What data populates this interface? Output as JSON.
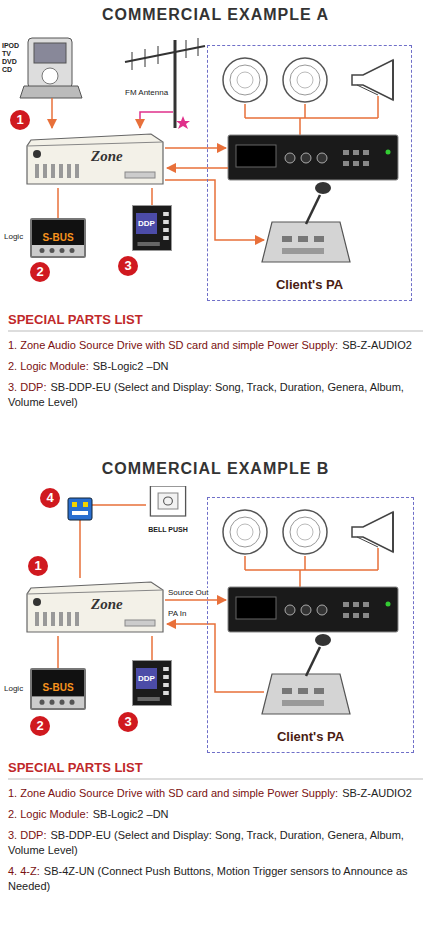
{
  "diagram": {
    "title": "COMMERCIAL EXAMPLE A",
    "nodes": [
      {
        "text": [
          "Zone"
        ]
      },
      {
        "text": [
          "Client's PA"
        ]
      },
      {
        "text": [
          "S-BUS"
        ]
      },
      {
        "text": [
          "DDP"
        ]
      },
      {
        "text": [
          "BELL PUSH"
        ]
      },
      {
        "text": [
          "Zone"
        ]
      },
      {
        "text": [
          "Client's PA"
        ]
      },
      {
        "text": [
          "S-BUS"
        ]
      },
      {
        "text": [
          "DDP"
        ]
      }
    ],
    "edges": [
      {
        "from": 0,
        "to": 2,
        "arrow": "none"
      },
      {
        "from": 0,
        "to": 3,
        "arrow": "none"
      },
      {
        "from": 4,
        "to": 5,
        "arrow": "none"
      },
      {
        "from": 5,
        "to": 7,
        "arrow": "none"
      },
      {
        "from": 5,
        "to": 8,
        "arrow": "none"
      }
    ],
    "labels": [
      "IPOD TV DVD CD",
      "FM Antenna",
      "1",
      "Logic",
      "2",
      "3",
      "SPECIAL PARTS LIST",
      "1. Zone Audio Source Drive with SD card and simple Power Supply:",
      "SB-Z-AUDIO2",
      "2. Logic Module:",
      "SB-Logic2 –DN",
      "3. DDP:",
      "SB-DDP-EU (Select and Display: Song, Track, Duration, Genera, Album, Volume Level)",
      "COMMERCIAL EXAMPLE B",
      "4",
      "1",
      "Source Out",
      "PA In",
      "Logic",
      "2",
      "3",
      "SPECIAL PARTS LIST",
      "1. Zone Audio Source Drive with SD card and simple Power Supply:",
      "SB-Z-AUDIO2",
      "2. Logic Module:",
      "SB-Logic2 –DN",
      "3. DDP:",
      "SB-DDP-EU (Select and Display: Song, Track, Duration, Genera, Album, Volume Level)",
      "4. 4-Z:",
      "SB-4Z-UN (Connect Push Buttons, Motion Trigger sensors to Announce as Needed)"
    ]
  }
}
